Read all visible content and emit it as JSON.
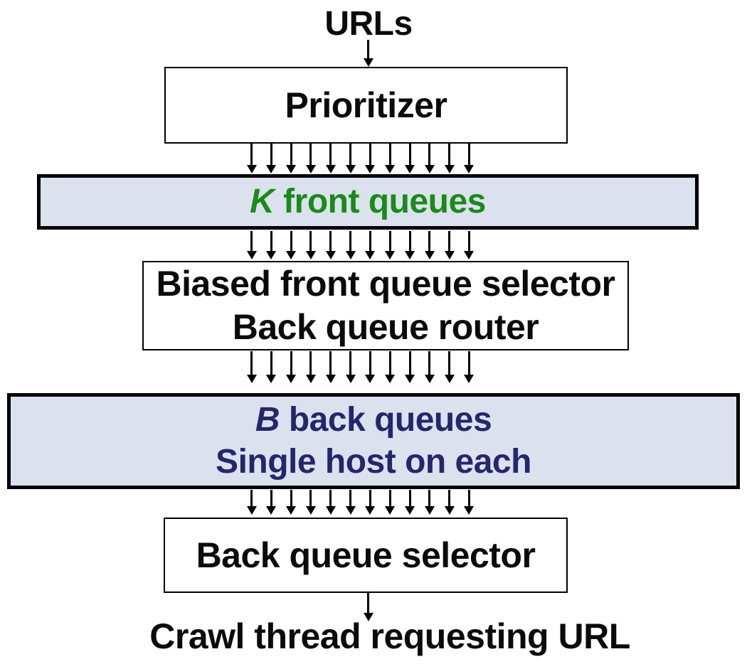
{
  "diagram": {
    "title": "URL frontier crawler diagram",
    "top_label": "URLs",
    "bottom_label": "Crawl thread requesting URL",
    "boxes": {
      "prioritizer": {
        "label": "Prioritizer"
      },
      "front_queues": {
        "label_prefix": "K",
        "label_rest": " front queues"
      },
      "selector_router": {
        "line1": "Biased front queue selector",
        "line2": "Back queue router"
      },
      "back_queues": {
        "line1_prefix": "B",
        "line1_rest": " back queues",
        "line2": "Single host on each"
      },
      "back_queue_selector": {
        "label": "Back queue selector"
      }
    },
    "arrow_fan_count": 12,
    "colors": {
      "shaded_box_fill": "#dce1ee",
      "front_queues_text": "#1a8a1a",
      "back_queues_text": "#24276b",
      "border": "#000000",
      "text": "#0b0b0b"
    }
  }
}
